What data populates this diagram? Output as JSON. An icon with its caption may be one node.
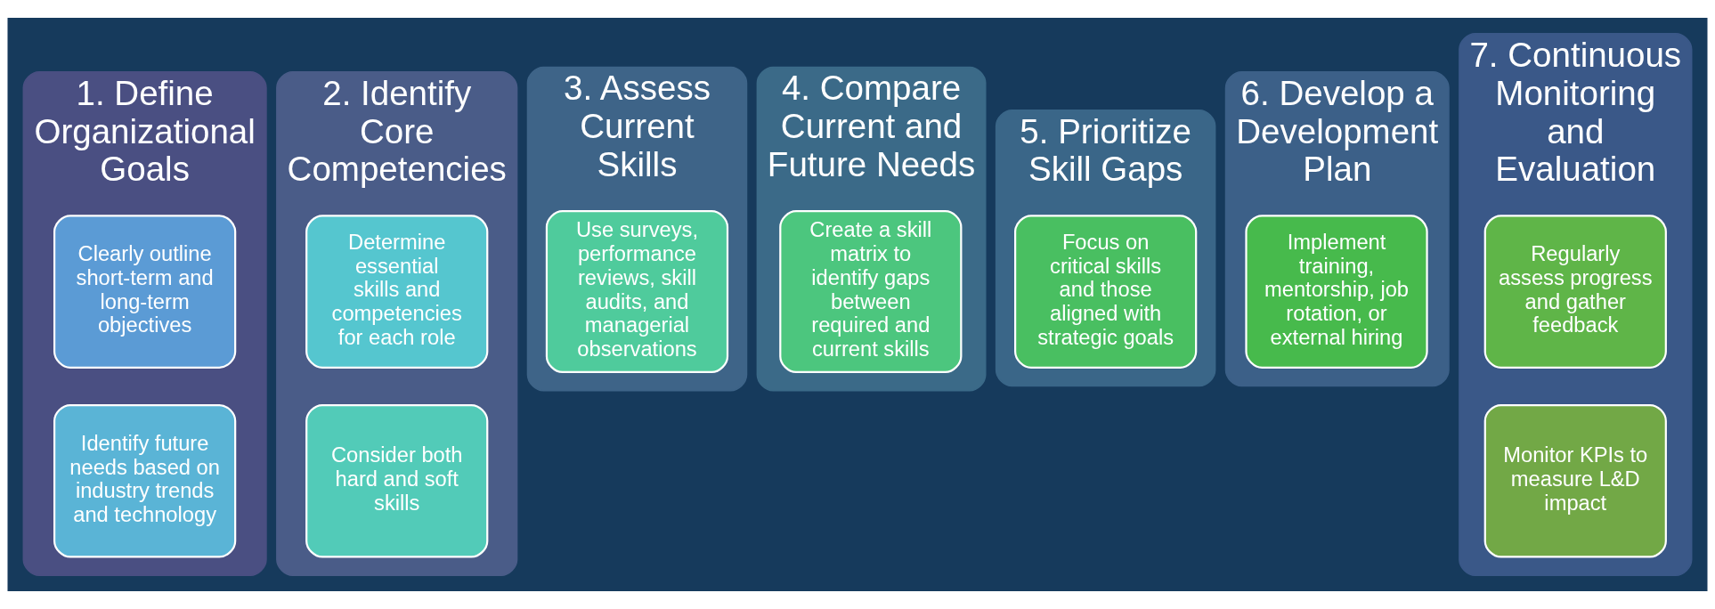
{
  "diagram": {
    "nodes": [
      {
        "text": [
          "1. Define Organizational Goals"
        ]
      },
      {
        "text": [
          "Clearly outline short-term and long-term objectives"
        ],
        "in": 0
      },
      {
        "text": [
          "Identify future needs based on industry trends and technology"
        ],
        "in": 0
      },
      {
        "text": [
          "2. Identify Core Competencies"
        ]
      },
      {
        "text": [
          "Determine essential skills and competencies for each role"
        ],
        "in": 3
      },
      {
        "text": [
          "Consider both hard and soft skills"
        ],
        "in": 3
      },
      {
        "text": [
          "3. Assess Current Skills"
        ]
      },
      {
        "text": [
          "Use surveys, performance reviews, skill audits, and managerial observations"
        ],
        "in": 6
      },
      {
        "text": [
          "4. Compare Current and Future Needs"
        ]
      },
      {
        "text": [
          "Create a skill matrix to identify gaps between required and current skills"
        ],
        "in": 8
      },
      {
        "text": [
          "5. Prioritize Skill Gaps"
        ]
      },
      {
        "text": [
          "Focus on critical skills and those aligned with strategic goals"
        ],
        "in": 10
      },
      {
        "text": [
          "6. Develop a Development Plan"
        ]
      },
      {
        "text": [
          "Implement training, mentorship, job rotation, or external hiring"
        ],
        "in": 12
      },
      {
        "text": [
          "7. Continuous Monitoring and Evaluation"
        ]
      },
      {
        "text": [
          "Regularly assess progress and gather feedback"
        ],
        "in": 14
      },
      {
        "text": [
          "Monitor KPIs to measure L&D impact"
        ],
        "in": 14
      }
    ],
    "edges": []
  }
}
